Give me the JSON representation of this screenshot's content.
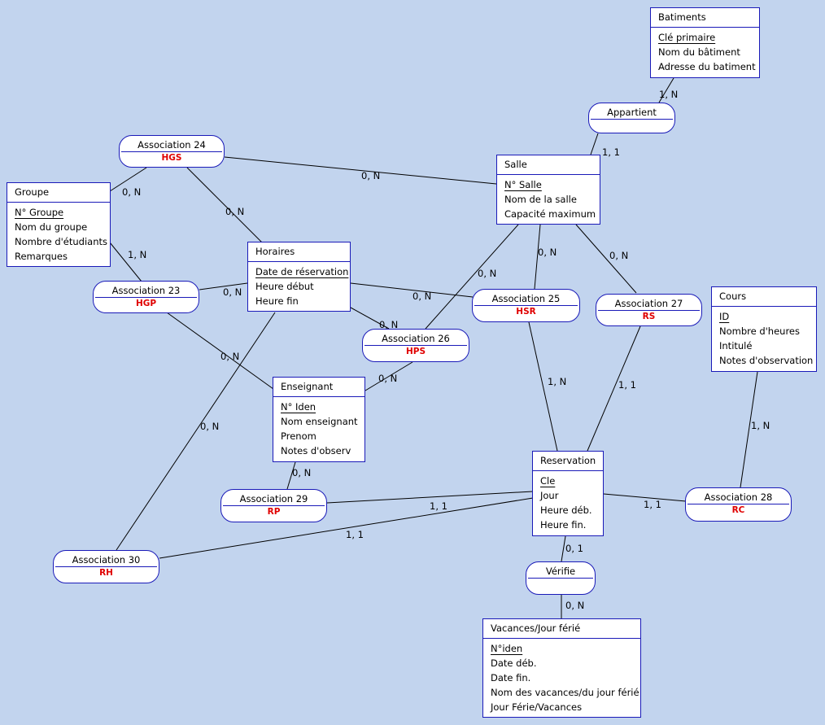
{
  "entities": {
    "batiments": {
      "name": "Batiments",
      "attributes": [
        "Clé primaire",
        "Nom du bâtiment",
        "Adresse du batiment"
      ]
    },
    "salle": {
      "name": "Salle",
      "attributes": [
        "N° Salle",
        "Nom de la salle",
        "Capacité maximum"
      ]
    },
    "groupe": {
      "name": "Groupe",
      "attributes": [
        "N° Groupe",
        "Nom du groupe",
        "Nombre d'étudiants",
        "Remarques"
      ]
    },
    "horaires": {
      "name": "Horaires",
      "attributes": [
        "Date de réservation",
        "Heure début",
        "Heure fin"
      ]
    },
    "enseignant": {
      "name": "Enseignant",
      "attributes": [
        "N° Iden",
        "Nom enseignant",
        "Prenom",
        "Notes d'observ"
      ]
    },
    "cours": {
      "name": "Cours",
      "attributes": [
        "ID",
        "Nombre d'heures",
        "Intitulé",
        "Notes d'observation"
      ]
    },
    "reservation": {
      "name": "Reservation",
      "attributes": [
        "Cle",
        "Jour",
        "Heure déb.",
        "Heure fin."
      ]
    },
    "vacances": {
      "name": "Vacances/Jour férié",
      "attributes": [
        "N°iden",
        "Date déb.",
        "Date fin.",
        "Nom des vacances/du jour férié",
        "Jour Férie/Vacances"
      ]
    }
  },
  "associations": {
    "appartient": {
      "name": "Appartient",
      "code": ""
    },
    "a24": {
      "name": "Association 24",
      "code": "HGS"
    },
    "a23": {
      "name": "Association 23",
      "code": "HGP"
    },
    "a25": {
      "name": "Association 25",
      "code": "HSR"
    },
    "a26": {
      "name": "Association 26",
      "code": "HPS"
    },
    "a27": {
      "name": "Association 27",
      "code": "RS"
    },
    "a28": {
      "name": "Association 28",
      "code": "RC"
    },
    "a29": {
      "name": "Association 29",
      "code": "RP"
    },
    "a30": {
      "name": "Association 30",
      "code": "RH"
    },
    "verifie": {
      "name": "Vérifie",
      "code": ""
    }
  },
  "cardinalities": {
    "bat_app": "1, N",
    "app_salle": "1, 1",
    "a24_salle": "0, N",
    "a24_groupe": "0, N",
    "a24_horaires": "0, N",
    "groupe_a23": "1, N",
    "a23_horaires": "0, N",
    "a23_ens": "0, N",
    "horaires_a25": "0, N",
    "horaires_a26": "0, N",
    "salle_a26": "0, N",
    "salle_a25": "0, N",
    "salle_a27": "0, N",
    "a25_res": "1, N",
    "a27_res": "1, 1",
    "a26_ens": "0, N",
    "horaires_a30": "0, N",
    "ens_a29": "0, N",
    "a29_res": "1, 1",
    "a30_res": "1, 1",
    "res_a28": "1, 1",
    "cours_a28": "1, N",
    "res_verifie": "0, 1",
    "verifie_vac": "0, N"
  },
  "colors": {
    "background": "#c2d4ee",
    "border": "#1a1ab8",
    "code": "#e00000"
  }
}
